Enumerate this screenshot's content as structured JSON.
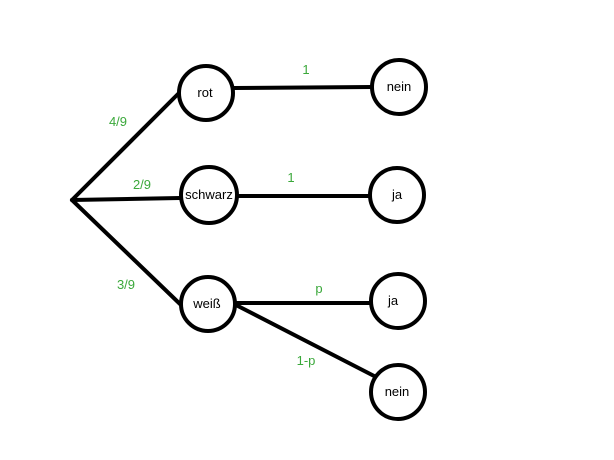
{
  "colors": {
    "background": "#ffffff",
    "line": "#000000",
    "probability_text": "#3aa83a",
    "node_text": "#000000"
  },
  "tree": {
    "root": {
      "id": "root"
    },
    "level1": [
      {
        "id": "rot",
        "label": "rot"
      },
      {
        "id": "schwarz",
        "label": "schwarz"
      },
      {
        "id": "weiss",
        "label": "weiß"
      }
    ],
    "level2": [
      {
        "id": "rot-nein",
        "label": "nein"
      },
      {
        "id": "schwarz-ja",
        "label": "ja"
      },
      {
        "id": "weiss-ja",
        "label": "ja"
      },
      {
        "id": "weiss-nein",
        "label": "nein"
      }
    ],
    "edges": [
      {
        "from": "root",
        "to": "rot",
        "probability": "4/9"
      },
      {
        "from": "root",
        "to": "schwarz",
        "probability": "2/9"
      },
      {
        "from": "root",
        "to": "weiss",
        "probability": "3/9"
      },
      {
        "from": "rot",
        "to": "rot-nein",
        "probability": "1"
      },
      {
        "from": "schwarz",
        "to": "schwarz-ja",
        "probability": "1"
      },
      {
        "from": "weiss",
        "to": "weiss-ja",
        "probability": "p"
      },
      {
        "from": "weiss",
        "to": "weiss-nein",
        "probability": "1-p"
      }
    ]
  }
}
